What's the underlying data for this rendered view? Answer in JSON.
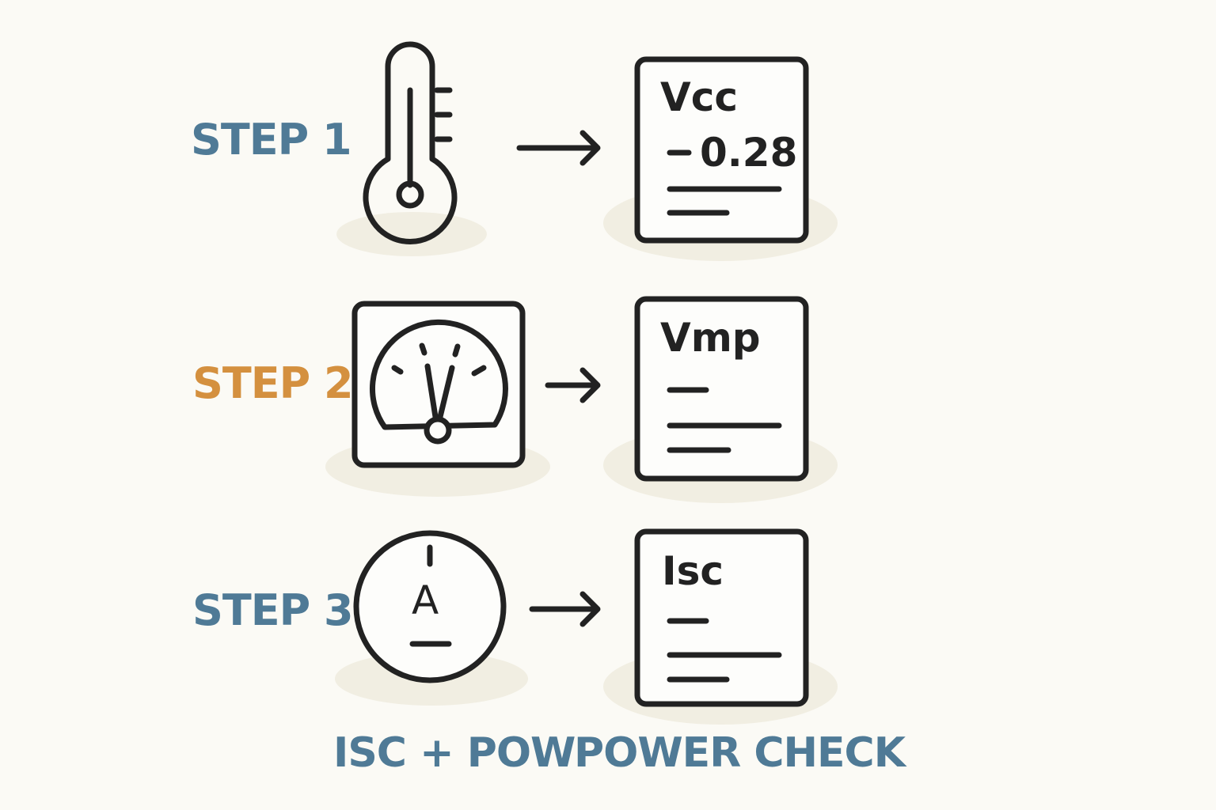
{
  "steps": [
    {
      "label": "STEP 1",
      "color": "#4f7a96",
      "instrument_icon": "thermometer-icon",
      "card": {
        "title": "Vcc",
        "value": "0.28"
      }
    },
    {
      "label": "STEP 2",
      "color": "#d4903f",
      "instrument_icon": "voltmeter-gauge-icon",
      "card": {
        "title": "Vmp"
      }
    },
    {
      "label": "STEP 3",
      "color": "#4f7a96",
      "instrument_icon": "ammeter-icon",
      "instrument_letter": "A",
      "card": {
        "title": "Isc"
      }
    }
  ],
  "captions": {
    "left": "ISC + POW",
    "right": "POWER CHECK"
  },
  "colors": {
    "background": "#fbfaf5",
    "stroke": "#222222",
    "shadow": "#f1eee2",
    "label_blue": "#4f7a96",
    "label_orange": "#d4903f"
  }
}
